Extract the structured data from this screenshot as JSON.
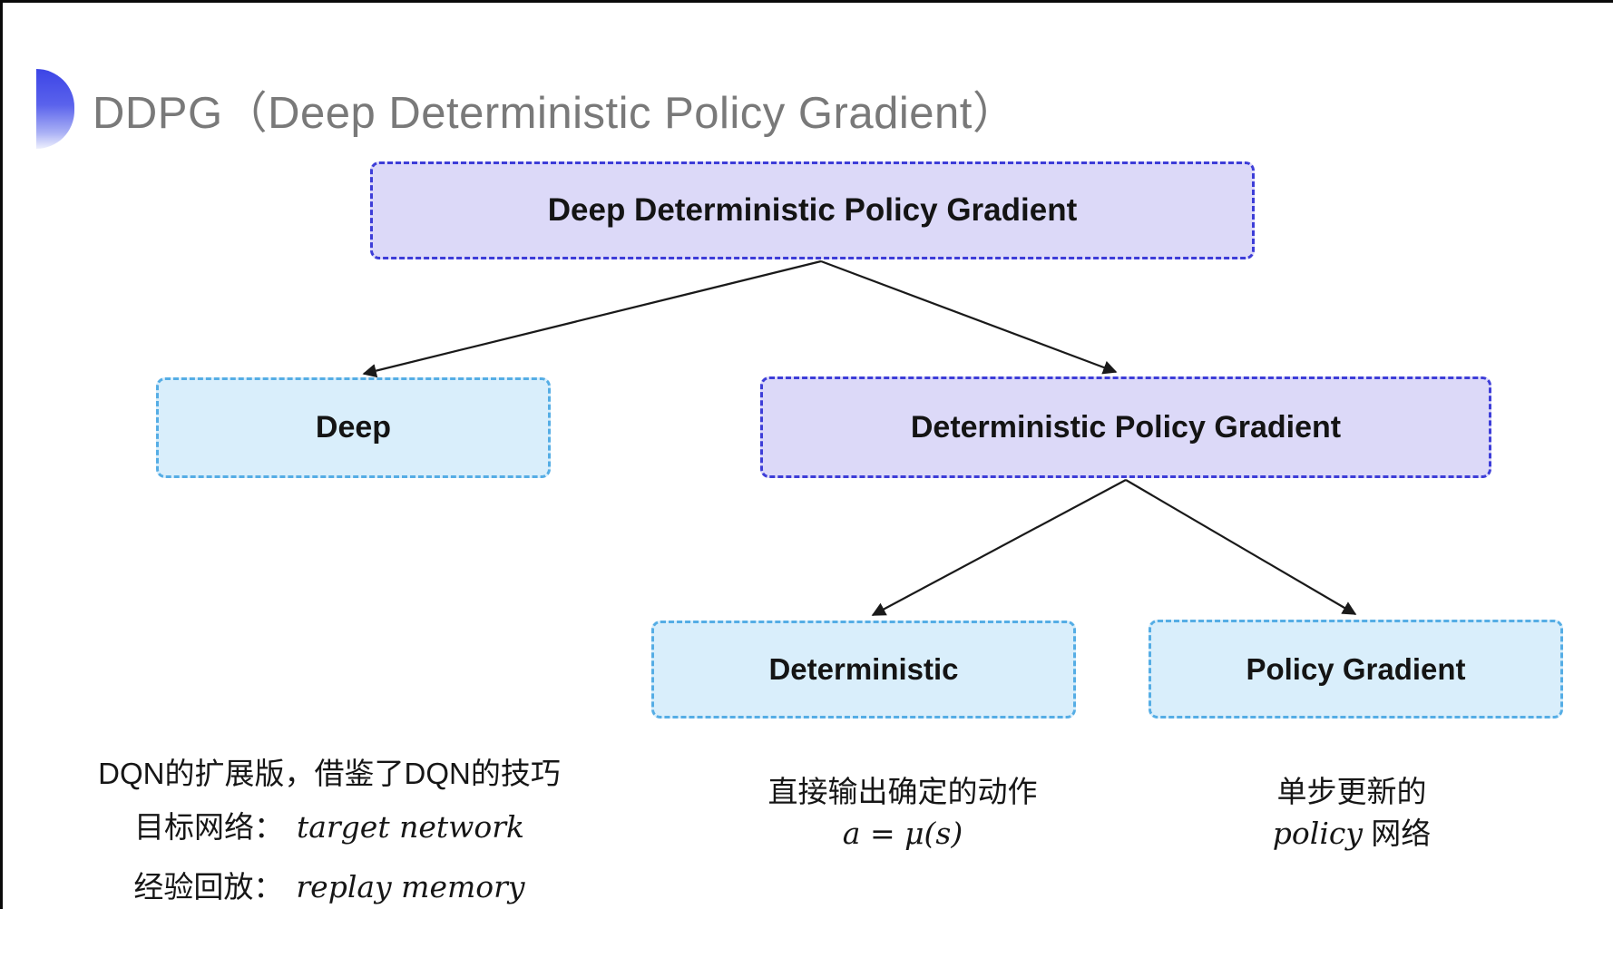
{
  "title": {
    "text": "DDPG（Deep Deterministic Policy Gradient）",
    "color": "#797979"
  },
  "colors": {
    "background": "#ffffff",
    "purple_node_fill": "#dcd9f8",
    "purple_node_border": "#3d3dd8",
    "blue_node_fill": "#d9eefb",
    "blue_node_border": "#55ade5",
    "arrow": "#1a1a1a",
    "icon_gradient_top": "#3c45e6",
    "icon_gradient_bottom": "#eef0fd",
    "node_text": "#141414"
  },
  "diagram": {
    "type": "tree",
    "nodes": [
      {
        "id": "ddpg",
        "label": "Deep Deterministic Policy Gradient",
        "variant": "purple"
      },
      {
        "id": "deep",
        "label": "Deep",
        "variant": "blue"
      },
      {
        "id": "dpg",
        "label": "Deterministic Policy Gradient",
        "variant": "purple"
      },
      {
        "id": "deterministic",
        "label": "Deterministic",
        "variant": "blue"
      },
      {
        "id": "policy-gradient",
        "label": "Policy Gradient",
        "variant": "blue"
      }
    ],
    "edges": [
      [
        "ddpg",
        "deep"
      ],
      [
        "ddpg",
        "dpg"
      ],
      [
        "dpg",
        "deterministic"
      ],
      [
        "dpg",
        "policy-gradient"
      ]
    ]
  },
  "annotations": {
    "deep_note": {
      "line1": "DQN的扩展版，借鉴了DQN的技巧",
      "row2_label": "目标网络：",
      "row2_term": "target network",
      "row3_label": "经验回放：",
      "row3_term": "replay memory"
    },
    "deterministic_note": {
      "line1": "直接输出确定的动作",
      "formula": "a = μ(s)"
    },
    "policy_note": {
      "line1": "单步更新的",
      "term": "policy",
      "suffix": " 网络"
    }
  }
}
